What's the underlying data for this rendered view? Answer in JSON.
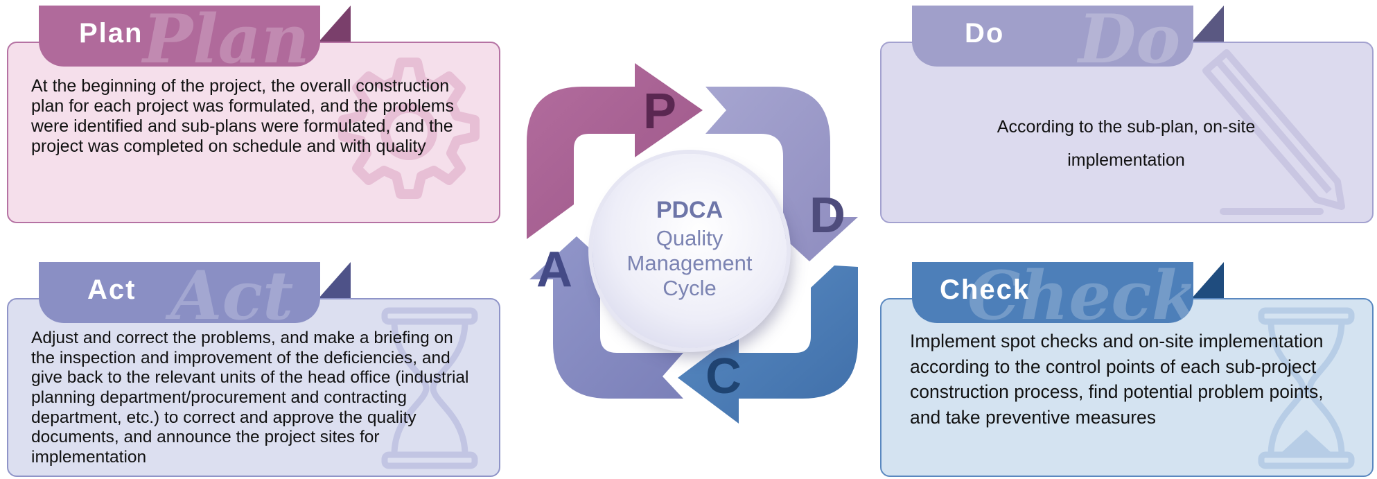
{
  "diagram": {
    "center": {
      "title": "PDCA",
      "subtitle_lines": [
        "Quality",
        "Management",
        "Cycle"
      ]
    },
    "cycle_letters": {
      "p": "P",
      "d": "D",
      "c": "C",
      "a": "A"
    },
    "plan": {
      "label": "Plan",
      "ghost": "Plan",
      "text": "At the beginning of the project, the overall construction plan for each project was formulated, and the problems were identified and sub-plans were formulated, and the project was completed on schedule and with quality",
      "icon": "gear-icon"
    },
    "do": {
      "label": "Do",
      "ghost": "Do",
      "text": "According to the sub-plan, on-site implementation",
      "icon": "pencil-icon"
    },
    "act": {
      "label": "Act",
      "ghost": "Act",
      "text": "Adjust and correct the problems, and make a briefing on the inspection and improvement of the deficiencies, and give back to the relevant units of the head office (industrial planning department/procurement and contracting department, etc.) to correct and approve the quality documents, and announce the project sites for implementation",
      "icon": "hourglass-icon"
    },
    "check": {
      "label": "Check",
      "ghost": "Check",
      "text": "Implement spot checks and on-site implementation according to the control points of each sub-project construction process, find potential problem points, and take preventive measures",
      "icon": "hourglass-icon"
    },
    "colors": {
      "plan": "#b06a9b",
      "plan_bg": "#f5dfeb",
      "do": "#a09fca",
      "do_bg": "#dcdaee",
      "act": "#8a8fc4",
      "act_bg": "#dcdff0",
      "check": "#4d7fb9",
      "check_bg": "#d4e3f1"
    }
  }
}
